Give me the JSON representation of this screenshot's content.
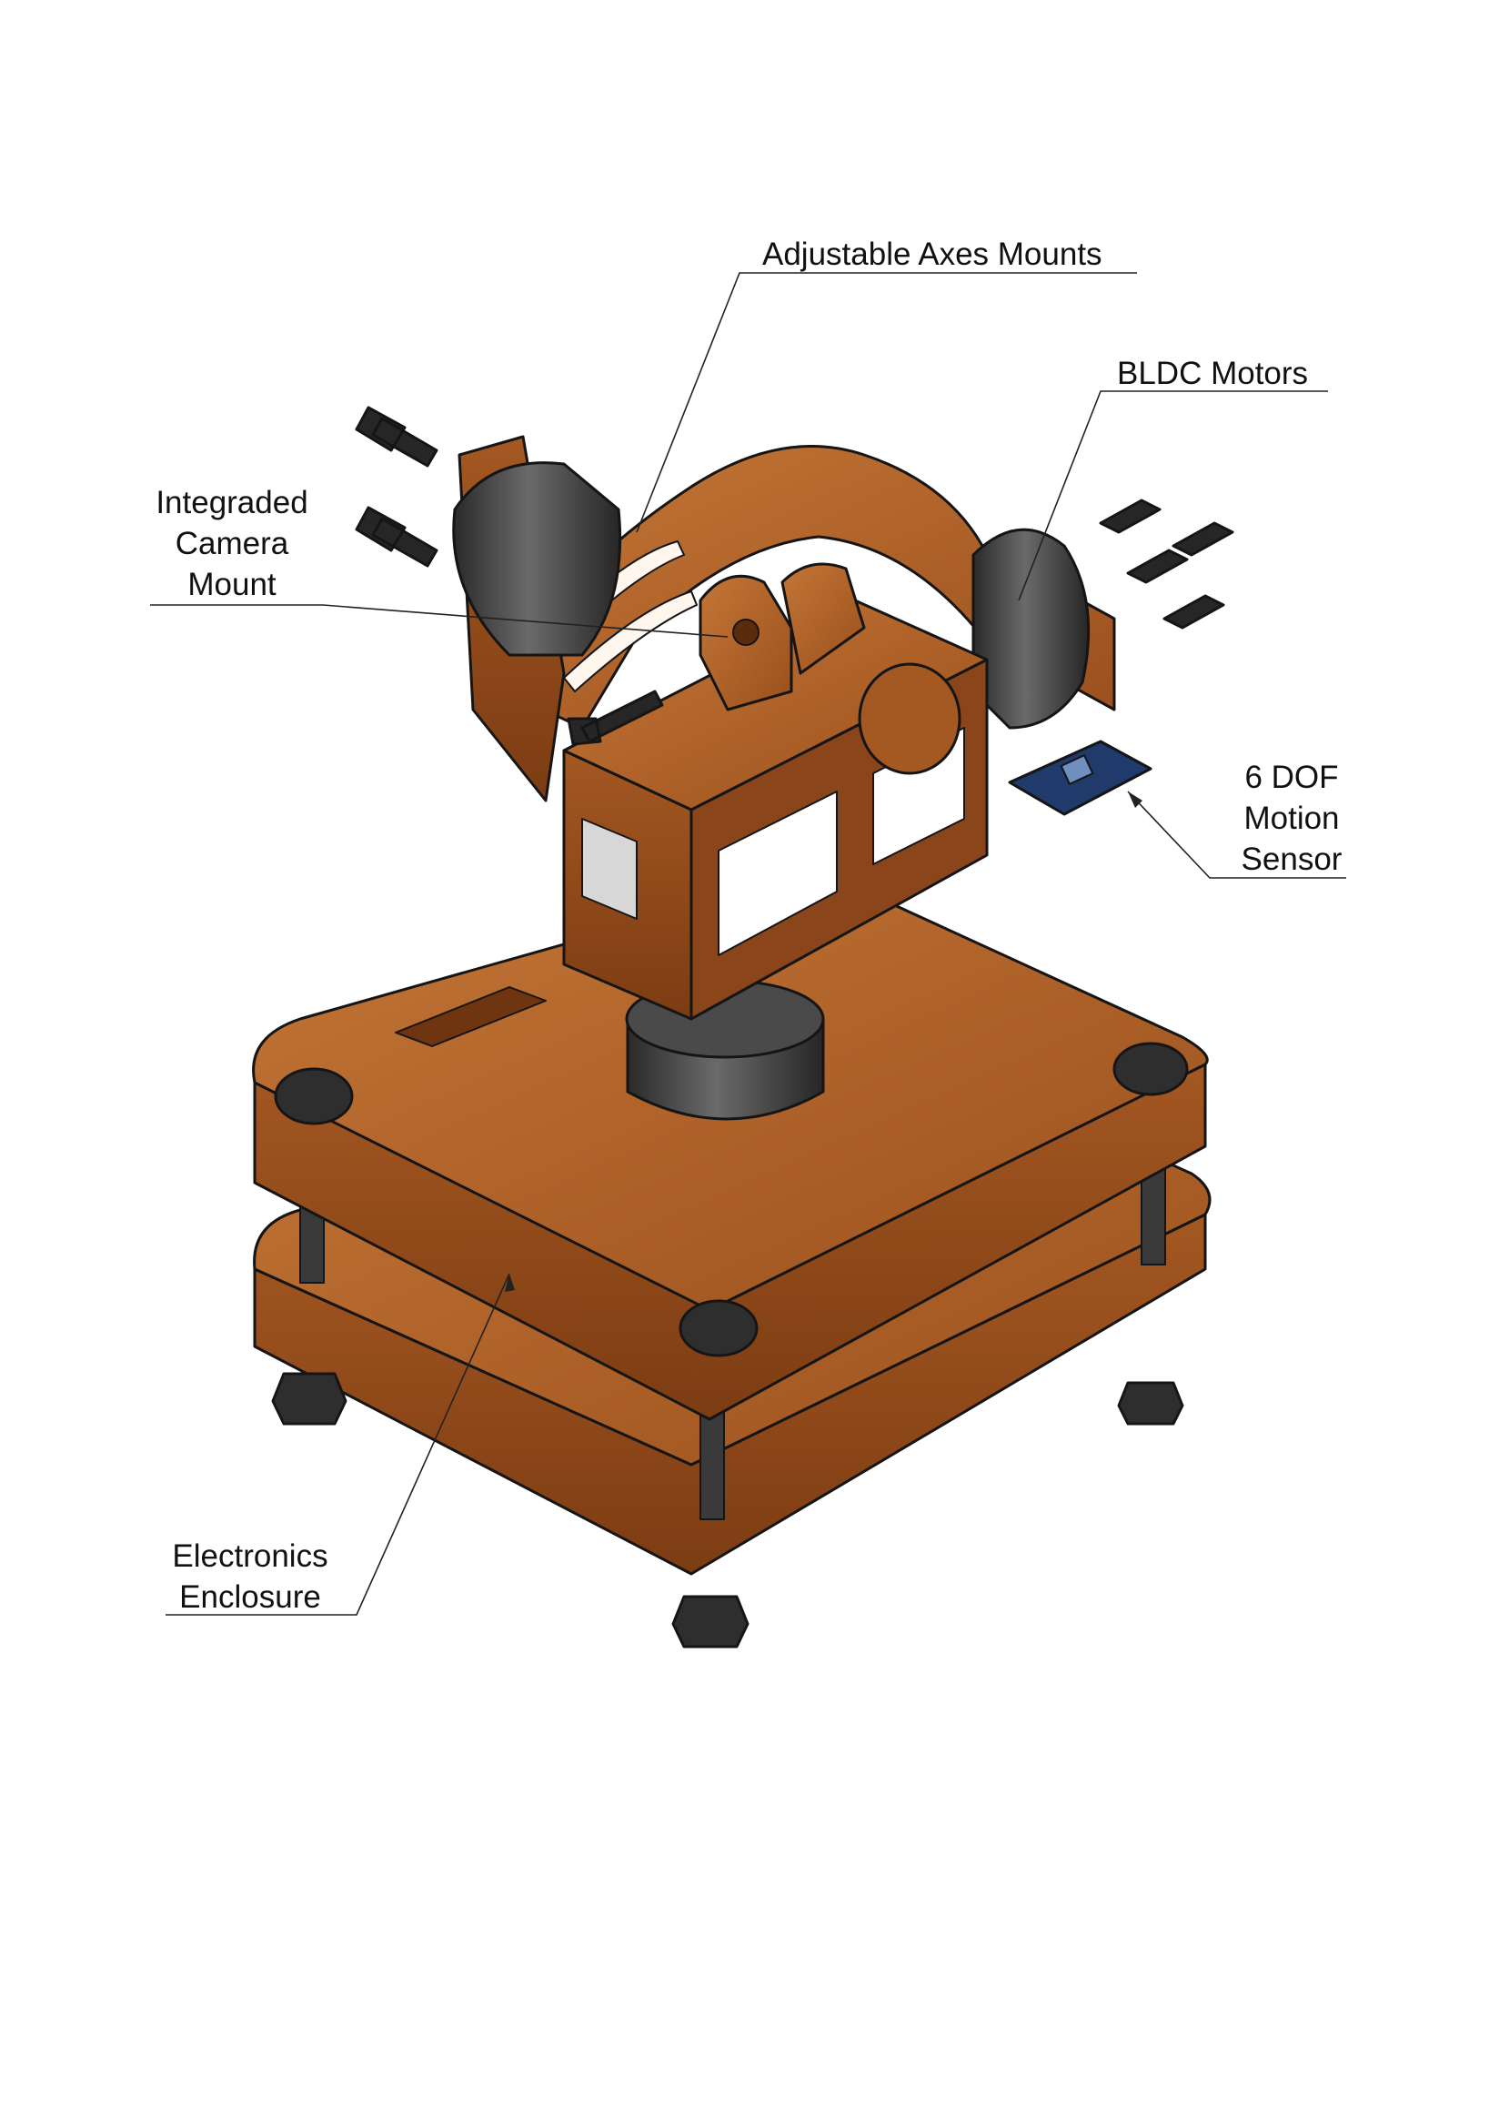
{
  "labels": {
    "adjustable_axes_mounts": "Adjustable Axes Mounts",
    "bldc_motors": "BLDC Motors",
    "camera_mount": [
      "Integraded",
      "Camera",
      "Mount"
    ],
    "motion_sensor": [
      "6 DOF",
      "Motion",
      "Sensor"
    ],
    "electronics_enclosure": [
      "Electronics",
      "Enclosure"
    ]
  },
  "colors": {
    "orange_light": "#b8682d",
    "orange_mid": "#a45822",
    "orange_dark": "#7c3c12",
    "motor_light": "#5b5b5b",
    "motor_dark": "#2a2a2a",
    "pcb_blue": "#1f3a6b",
    "outline": "#151515"
  }
}
